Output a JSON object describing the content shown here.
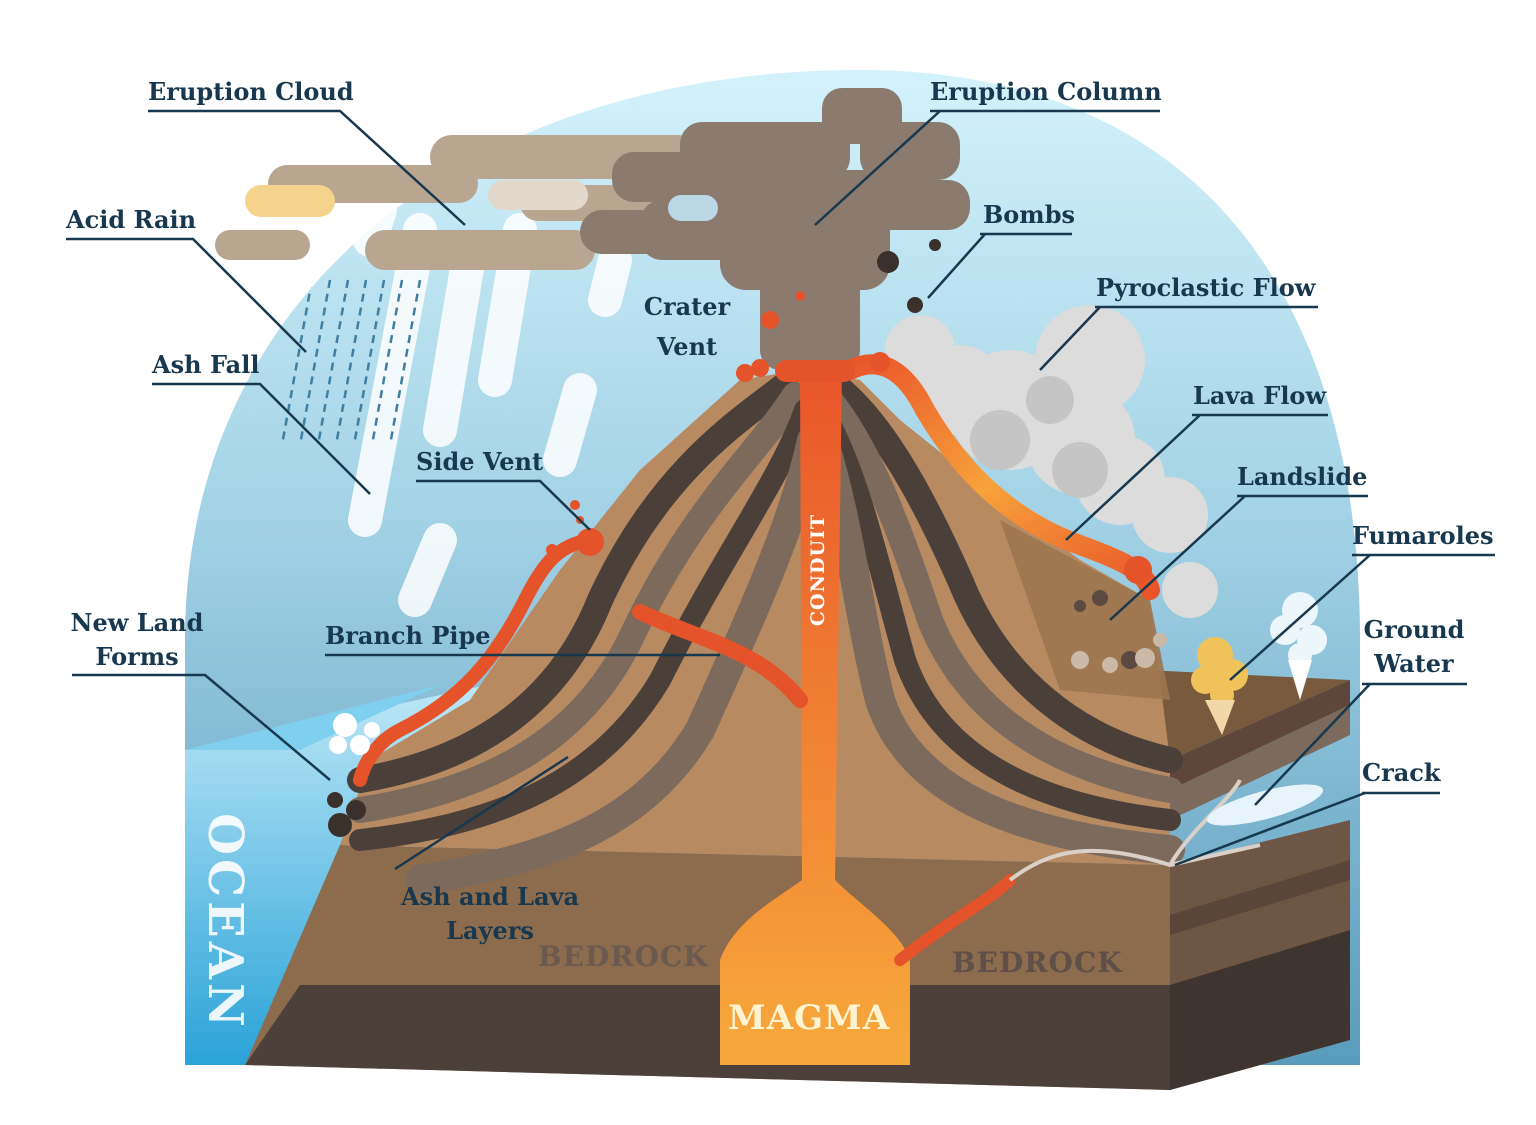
{
  "colors": {
    "sky_top": "#d6f3fb",
    "sky_bottom": "#5e9fbf",
    "label_text": "#17384f",
    "lava": "#e4532a",
    "lava_light": "#f5a23a",
    "ground": "#8a6a4c",
    "bedrock_dark": "#4a3f39",
    "ocean": "#2aa3d8"
  },
  "labels": {
    "eruption_cloud": "Eruption Cloud",
    "eruption_column": "Eruption Column",
    "acid_rain": "Acid Rain",
    "bombs": "Bombs",
    "pyroclastic_flow": "Pyroclastic Flow",
    "crater_vent_line1": "Crater",
    "crater_vent_line2": "Vent",
    "ash_fall": "Ash Fall",
    "lava_flow": "Lava Flow",
    "side_vent": "Side Vent",
    "landslide": "Landslide",
    "fumaroles": "Fumaroles",
    "new_land_line1": "New Land",
    "new_land_line2": "Forms",
    "branch_pipe": "Branch Pipe",
    "ground_water_line1": "Ground",
    "ground_water_line2": "Water",
    "crack": "Crack",
    "ash_lava_line1": "Ash and Lava",
    "ash_lava_line2": "Layers",
    "conduit": "CONDUIT",
    "bedrock_left": "BEDROCK",
    "bedrock_right": "BEDROCK",
    "magma": "MAGMA",
    "ocean": "OCEAN"
  }
}
